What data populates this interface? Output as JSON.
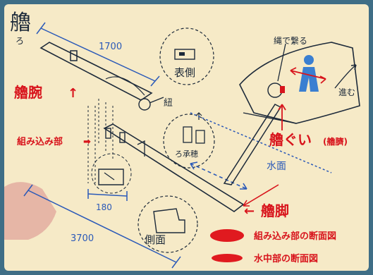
{
  "title": "艪",
  "title_sub": "ろ",
  "labels": {
    "arm": "艪腕",
    "arm_arrow": "↑",
    "joint": "組み込み部",
    "joint_arrow": "➡",
    "peg": "艪ぐい",
    "peg_paren": "(艪臍)",
    "water": "水面",
    "leg": "艪脚",
    "leg_arrow": "←",
    "rope_pull": "縄で繋る",
    "advance": "進む",
    "front_face": "表側",
    "side_face": "側面",
    "rope": "紐",
    "kanji_note": "ろ承穂",
    "dim_1700": "1700",
    "dim_180": "180",
    "dim_3700": "3700"
  },
  "legend": [
    {
      "text": "組み込み部の断面図",
      "color": "#e01a1f"
    },
    {
      "text": "水中部の断面図",
      "color": "#e01a1f"
    }
  ],
  "colors": {
    "paper": "#f6eac7",
    "ink": "#1d2a3a",
    "red": "#d8141c",
    "blue": "#2a59b8",
    "figure": "#3a7fd1"
  }
}
